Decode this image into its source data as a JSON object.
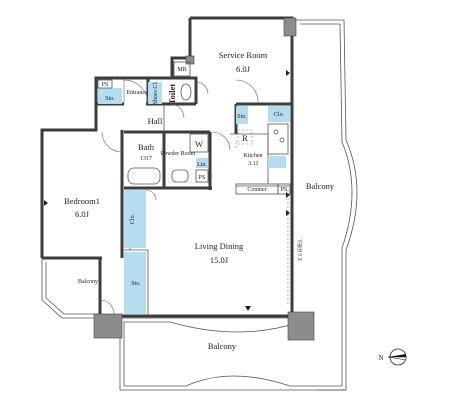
{
  "rooms": {
    "service_room": {
      "name": "Service Room",
      "size": "6.0J"
    },
    "entrance": {
      "name": "Entrance"
    },
    "mb": {
      "name": "MB"
    },
    "ps_top": {
      "name": "PS"
    },
    "sto_entrance": {
      "name": "Sto."
    },
    "shoes_cl": {
      "name": "Shoes Cl."
    },
    "toilet": {
      "name": "Toilet"
    },
    "hall": {
      "name": "Hall"
    },
    "sto_kitchen": {
      "name": "Sto."
    },
    "clo_kitchen": {
      "name": "Clo."
    },
    "refrigerator": {
      "name": "R"
    },
    "bath": {
      "name": "Bath",
      "size": "1317"
    },
    "powder_room": {
      "name": "Powder Room"
    },
    "washer": {
      "name": "W"
    },
    "linen": {
      "name": "Lin."
    },
    "ps_bath": {
      "name": "PS"
    },
    "kitchen": {
      "name": "Kitchen",
      "size": "3.1J"
    },
    "counter": {
      "name": "Counter"
    },
    "ps_counter": {
      "name": "PS"
    },
    "bedroom": {
      "name": "Bedroom1",
      "size": "6.0J"
    },
    "closet": {
      "name": "Clo."
    },
    "living_dining": {
      "name": "Living Dining",
      "size": "15.0J"
    },
    "sto_living": {
      "name": "Sto."
    },
    "balcony_bedroom": {
      "name": "Balcony"
    },
    "balcony_east": {
      "name": "Balcony"
    },
    "balcony_south": {
      "name": "Balcony"
    },
    "lower_glass": {
      "name": "下部ガラス"
    }
  },
  "compass": {
    "label": "N"
  },
  "colors": {
    "storage": "#b6dcf0",
    "wall": "#3c3c3c",
    "hatch": "#8c8c8c"
  }
}
